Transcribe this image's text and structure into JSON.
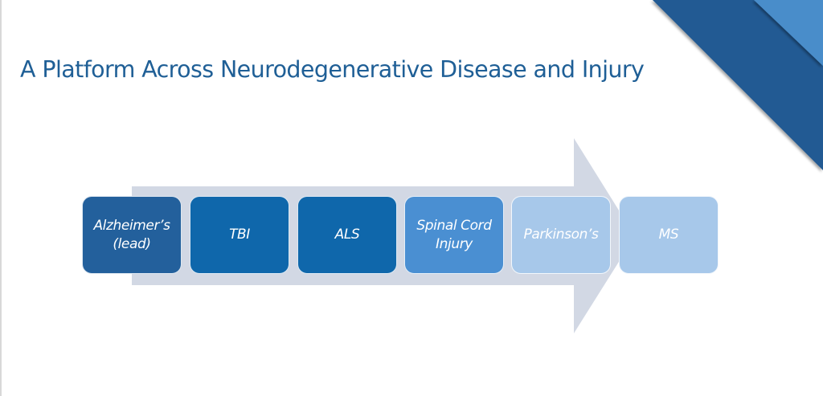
{
  "slide": {
    "title": "A Platform Across Neurodegenerative Disease and Injury"
  },
  "colors": {
    "title": "#1f5f96",
    "arrow": "#d2d8e4",
    "corner_dark": "#235a93",
    "corner_light": "#4a8dca"
  },
  "pipeline": {
    "direction_icon": "right-arrow",
    "steps": [
      {
        "label": "Alzheimer’s\n(lead)",
        "color": "#23609c"
      },
      {
        "label": "TBI",
        "color": "#0f67ab"
      },
      {
        "label": "ALS",
        "color": "#0f67ab"
      },
      {
        "label": "Spinal Cord\nInjury",
        "color": "#4a8fd2"
      },
      {
        "label": "Parkinson’s",
        "color": "#a7c8ea"
      },
      {
        "label": "MS",
        "color": "#a7c8ea"
      }
    ]
  }
}
